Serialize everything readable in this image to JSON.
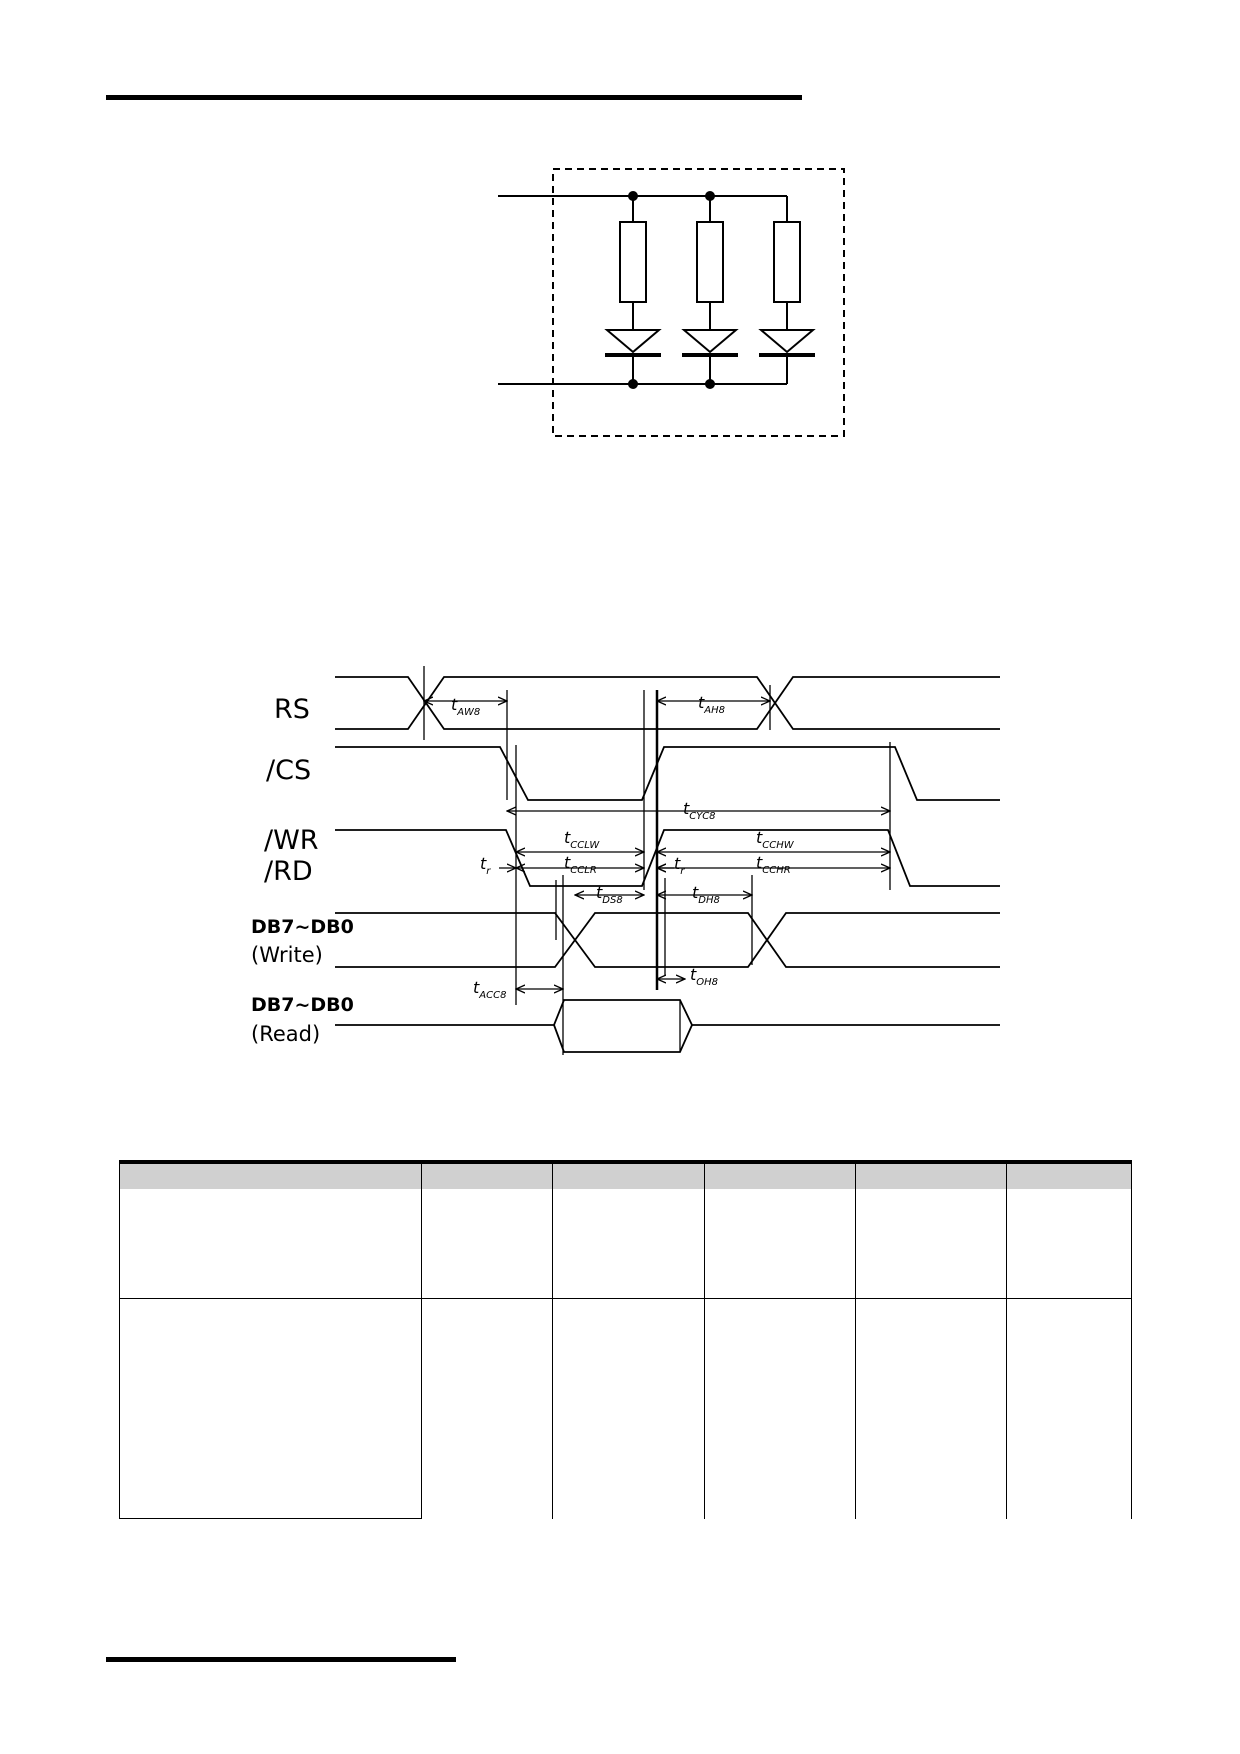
{
  "timing_diagram": {
    "signals": {
      "rs": "RS",
      "cs": "/CS",
      "wr": "/WR",
      "rd": "/RD",
      "db_write_bus": "DB7~DB0",
      "db_write_mode": "(Write)",
      "db_read_bus": "DB7~DB0",
      "db_read_mode": "(Read)"
    },
    "timing_params": {
      "taw8": {
        "t": "t",
        "sub": "AW8"
      },
      "tah8": {
        "t": "t",
        "sub": "AH8"
      },
      "tcyc8": {
        "t": "t",
        "sub": "CYC8"
      },
      "tcclw": {
        "t": "t",
        "sub": "CCLW"
      },
      "tcclr": {
        "t": "t",
        "sub": "CCLR"
      },
      "tcchw": {
        "t": "t",
        "sub": "CCHW"
      },
      "tcchr": {
        "t": "t",
        "sub": "CCHR"
      },
      "tr_left": {
        "t": "t",
        "sub": "r"
      },
      "tr_right": {
        "t": "t",
        "sub": "r"
      },
      "tds8": {
        "t": "t",
        "sub": "DS8"
      },
      "tdh8": {
        "t": "t",
        "sub": "DH8"
      },
      "tacc8": {
        "t": "t",
        "sub": "ACC8"
      },
      "toh8": {
        "t": "t",
        "sub": "OH8"
      }
    }
  },
  "table": {
    "columns": 6,
    "rows": 2
  }
}
